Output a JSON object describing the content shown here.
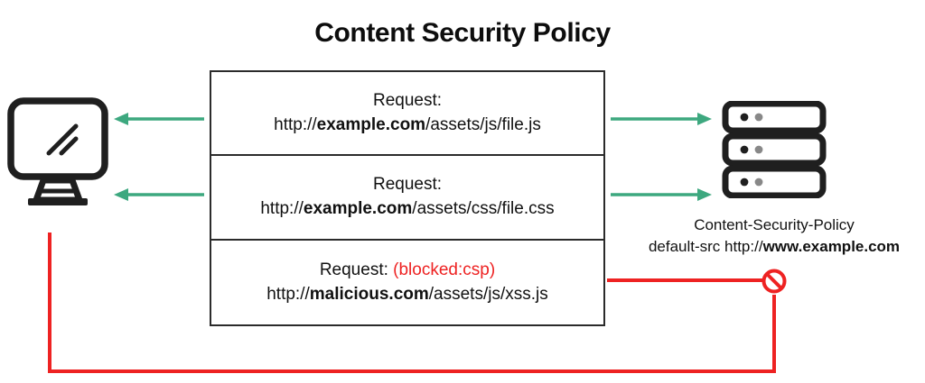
{
  "title": "Content Security Policy",
  "colors": {
    "allowed_arrow": "#3da87f",
    "blocked": "#ee2222",
    "ink": "#1a1a1a",
    "background": "#ffffff"
  },
  "client": {
    "icon": "desktop-monitor-icon",
    "role": "browser-client"
  },
  "server": {
    "icon": "server-rack-icon",
    "role": "web-server",
    "caption_line1": "Content-Security-Policy",
    "caption_line2_prefix": "default-src http://",
    "caption_line2_domain": "www.example.com"
  },
  "requests": [
    {
      "label": "Request:",
      "status": "",
      "url_prefix": "http://",
      "url_domain": "example.com",
      "url_path": "/assets/js/file.js",
      "allowed": true,
      "outbound_arrow": "arrow-right-green",
      "inbound_arrow": "arrow-left-green"
    },
    {
      "label": "Request:",
      "status": "",
      "url_prefix": "http://",
      "url_domain": "example.com",
      "url_path": "/assets/css/file.css",
      "allowed": true,
      "outbound_arrow": "arrow-right-green",
      "inbound_arrow": "arrow-left-green"
    },
    {
      "label": "Request:",
      "status": "(blocked:csp)",
      "url_prefix": "http://",
      "url_domain": "malicious.com",
      "url_path": "/assets/js/xss.js",
      "allowed": false,
      "outbound_arrow": "line-red-to-blocked-sign",
      "inbound_arrow": "line-red-return-to-client"
    }
  ],
  "blocked_sign": {
    "icon": "prohibition-no-entry-icon",
    "meaning": "blocked by CSP"
  }
}
